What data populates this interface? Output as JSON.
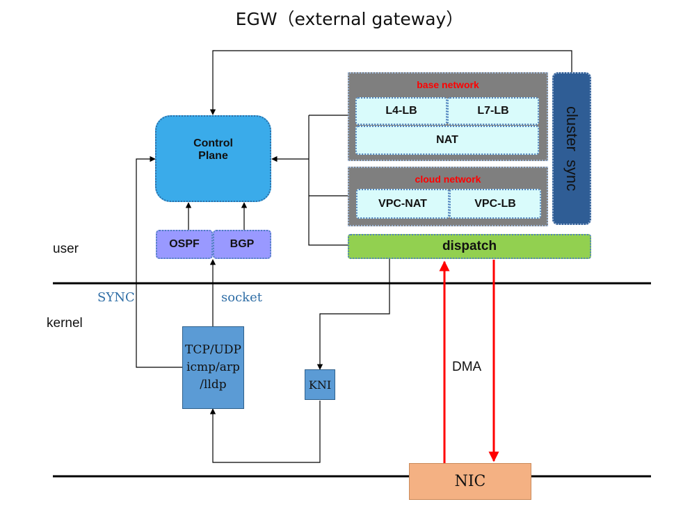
{
  "title": "EGW（external gateway）",
  "layers": {
    "user": "user",
    "kernel": "kernel"
  },
  "annotations": {
    "sync": "SYNC",
    "socket": "socket",
    "dma": "DMA"
  },
  "nodes": {
    "control_plane": "Control\nPlane",
    "ospf": "OSPF",
    "bgp": "BGP",
    "base_network": "base network",
    "l4lb": "L4-LB",
    "l7lb": "L7-LB",
    "nat": "NAT",
    "cloud_network": "cloud network",
    "vpc_nat": "VPC-NAT",
    "vpc_lb": "VPC-LB",
    "cluster_sync": "cluster  sync",
    "dispatch": "dispatch",
    "tcp_udp": "TCP/UDP\nicmp/arp\n/lldp",
    "kni": "KNI",
    "nic": "NIC"
  },
  "colors": {
    "control_plane": "#3aabea",
    "protocol": "#9999ff",
    "group_bg": "#7f7f7f",
    "lb_box": "#d9fbfb",
    "cluster_sync": "#2f5d95",
    "dispatch": "#92d050",
    "kernel_box": "#5b9bd5",
    "nic": "#f4b183",
    "dma_arrow": "#ff0000",
    "group_title": "#ff0000"
  }
}
